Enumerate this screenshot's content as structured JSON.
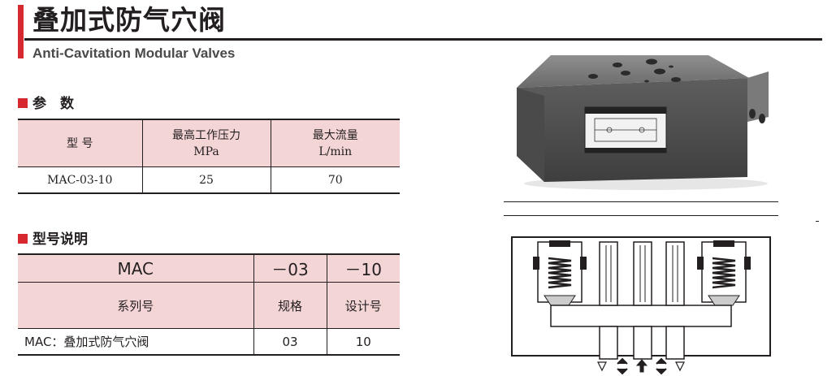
{
  "header": {
    "title_cn": "叠加式防气穴阀",
    "title_en": "Anti-Cavitation Modular Valves"
  },
  "params": {
    "heading": "参　数",
    "columns": [
      {
        "line1": "型 号",
        "line2": ""
      },
      {
        "line1": "最高工作压力",
        "line2": "MPa"
      },
      {
        "line1": "最大流量",
        "line2": "L/min"
      }
    ],
    "row": {
      "model": "MAC-03-10",
      "pressure": "25",
      "flow": "70"
    }
  },
  "model_explain": {
    "heading": "型号说明",
    "codes": {
      "series": "MAC",
      "size": "－03",
      "design": "－10"
    },
    "labels": {
      "series": "系列号",
      "size": "规格",
      "design": "设计号"
    },
    "values": {
      "series": "MAC：叠加式防气穴阀",
      "size": "03",
      "design": "10"
    }
  },
  "colors": {
    "accent_red": "#d7282f",
    "table_header_pink": "#f4d5d6",
    "valve_body": "#6e6e6e"
  },
  "icons": [
    "valve-product-photo",
    "valve-cross-section-drawing",
    "flow-arrow-icons"
  ]
}
